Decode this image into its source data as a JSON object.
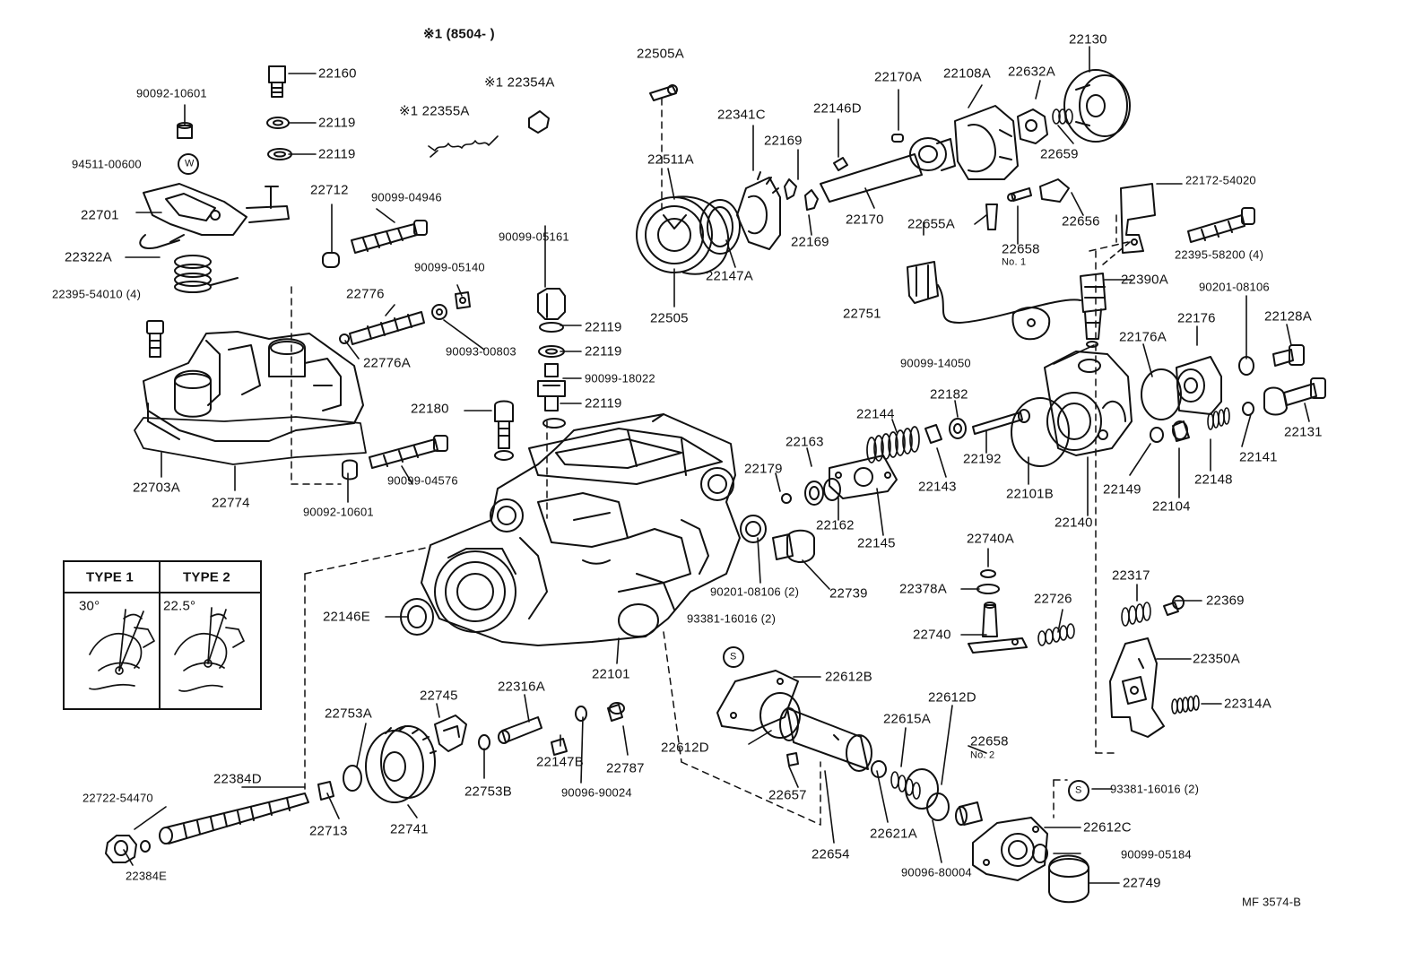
{
  "diagram": {
    "header_note": "※1 (8504-        )",
    "drawing_code": "MF 3574-B",
    "type_box": {
      "type1_label": "TYPE 1",
      "type2_label": "TYPE 2",
      "type1_angle": "30°",
      "type2_angle": "22.5°"
    },
    "parts": [
      {
        "id": "p01",
        "label": "22160"
      },
      {
        "id": "p02",
        "label": "22119"
      },
      {
        "id": "p03",
        "label": "22119"
      },
      {
        "id": "p04",
        "label": "90092-10601"
      },
      {
        "id": "p05",
        "label": "94511-00600"
      },
      {
        "id": "p06",
        "label": "22701"
      },
      {
        "id": "p07",
        "label": "22322A"
      },
      {
        "id": "p08",
        "label": "22395-54010 (4)"
      },
      {
        "id": "p09",
        "label": "22712"
      },
      {
        "id": "p10",
        "label": "90099-04946"
      },
      {
        "id": "p11",
        "label": "22776"
      },
      {
        "id": "p12",
        "label": "90099-05140"
      },
      {
        "id": "p13",
        "label": "22776A"
      },
      {
        "id": "p14",
        "label": "90093-00803"
      },
      {
        "id": "p15",
        "label": "22703A"
      },
      {
        "id": "p16",
        "label": "22774"
      },
      {
        "id": "p17",
        "label": "90092-10601"
      },
      {
        "id": "p18",
        "label": "90099-04576"
      },
      {
        "id": "p19",
        "label": "※1 22355A"
      },
      {
        "id": "p20",
        "label": "※1 22354A"
      },
      {
        "id": "p21",
        "label": "90099-05161"
      },
      {
        "id": "p22",
        "label": "22119"
      },
      {
        "id": "p23",
        "label": "22119"
      },
      {
        "id": "p24",
        "label": "90099-18022"
      },
      {
        "id": "p25",
        "label": "22119"
      },
      {
        "id": "p26",
        "label": "22180"
      },
      {
        "id": "p27",
        "label": "22505A"
      },
      {
        "id": "p28",
        "label": "22511A"
      },
      {
        "id": "p29",
        "label": "22341C"
      },
      {
        "id": "p30",
        "label": "22169"
      },
      {
        "id": "p31",
        "label": "22169"
      },
      {
        "id": "p32",
        "label": "22147A"
      },
      {
        "id": "p33",
        "label": "22505"
      },
      {
        "id": "p34",
        "label": "22146D"
      },
      {
        "id": "p35",
        "label": "22170A"
      },
      {
        "id": "p36",
        "label": "22108A"
      },
      {
        "id": "p37",
        "label": "22632A"
      },
      {
        "id": "p38",
        "label": "22130"
      },
      {
        "id": "p39",
        "label": "22659"
      },
      {
        "id": "p40",
        "label": "22170"
      },
      {
        "id": "p41",
        "label": "22655A"
      },
      {
        "id": "p42",
        "label": "22658"
      },
      {
        "id": "p43",
        "label": "No. 1"
      },
      {
        "id": "p44",
        "label": "22656"
      },
      {
        "id": "p45",
        "label": "22172-54020"
      },
      {
        "id": "p46",
        "label": "22395-58200 (4)"
      },
      {
        "id": "p47",
        "label": "22751"
      },
      {
        "id": "p48",
        "label": "22390A"
      },
      {
        "id": "p49",
        "label": "90201-08106"
      },
      {
        "id": "p50",
        "label": "90099-14050"
      },
      {
        "id": "p51",
        "label": "22176"
      },
      {
        "id": "p52",
        "label": "22128A"
      },
      {
        "id": "p53",
        "label": "22176A"
      },
      {
        "id": "p54",
        "label": "22144"
      },
      {
        "id": "p55",
        "label": "22182"
      },
      {
        "id": "p56",
        "label": "22163"
      },
      {
        "id": "p57",
        "label": "22192"
      },
      {
        "id": "p58",
        "label": "22131"
      },
      {
        "id": "p59",
        "label": "22141"
      },
      {
        "id": "p60",
        "label": "22179"
      },
      {
        "id": "p61",
        "label": "22143"
      },
      {
        "id": "p62",
        "label": "22101B"
      },
      {
        "id": "p63",
        "label": "22149"
      },
      {
        "id": "p64",
        "label": "22148"
      },
      {
        "id": "p65",
        "label": "22162"
      },
      {
        "id": "p66",
        "label": "22145"
      },
      {
        "id": "p67",
        "label": "22140"
      },
      {
        "id": "p68",
        "label": "22104"
      },
      {
        "id": "p69",
        "label": "22740A"
      },
      {
        "id": "p70",
        "label": "90201-08106 (2)"
      },
      {
        "id": "p71",
        "label": "22739"
      },
      {
        "id": "p72",
        "label": "22378A"
      },
      {
        "id": "p73",
        "label": "22317"
      },
      {
        "id": "p74",
        "label": "22369"
      },
      {
        "id": "p75",
        "label": "22726"
      },
      {
        "id": "p76",
        "label": "22146E"
      },
      {
        "id": "p77",
        "label": "93381-16016 (2)"
      },
      {
        "id": "p78",
        "label": "22740"
      },
      {
        "id": "p79",
        "label": "22350A"
      },
      {
        "id": "p80",
        "label": "22101"
      },
      {
        "id": "p81",
        "label": "22612B"
      },
      {
        "id": "p82",
        "label": "22612D"
      },
      {
        "id": "p83",
        "label": "22314A"
      },
      {
        "id": "p84",
        "label": "22753A"
      },
      {
        "id": "p85",
        "label": "22745"
      },
      {
        "id": "p86",
        "label": "22316A"
      },
      {
        "id": "p87",
        "label": "22615A"
      },
      {
        "id": "p88",
        "label": "22658"
      },
      {
        "id": "p89",
        "label": "No. 2"
      },
      {
        "id": "p90",
        "label": "22612D"
      },
      {
        "id": "p91",
        "label": "22147B"
      },
      {
        "id": "p92",
        "label": "22787"
      },
      {
        "id": "p93",
        "label": "22384D"
      },
      {
        "id": "p94",
        "label": "22753B"
      },
      {
        "id": "p95",
        "label": "90096-90024"
      },
      {
        "id": "p96",
        "label": "22657"
      },
      {
        "id": "p97",
        "label": "93381-16016 (2)"
      },
      {
        "id": "p98",
        "label": "22722-54470"
      },
      {
        "id": "p99",
        "label": "22713"
      },
      {
        "id": "p100",
        "label": "22741"
      },
      {
        "id": "p101",
        "label": "22621A"
      },
      {
        "id": "p102",
        "label": "22612C"
      },
      {
        "id": "p103",
        "label": "90099-05184"
      },
      {
        "id": "p104",
        "label": "22384E"
      },
      {
        "id": "p105",
        "label": "22654"
      },
      {
        "id": "p106",
        "label": "90096-80004"
      },
      {
        "id": "p107",
        "label": "22749"
      }
    ],
    "markers": {
      "w_symbol": "W",
      "s_symbol": "S"
    }
  }
}
